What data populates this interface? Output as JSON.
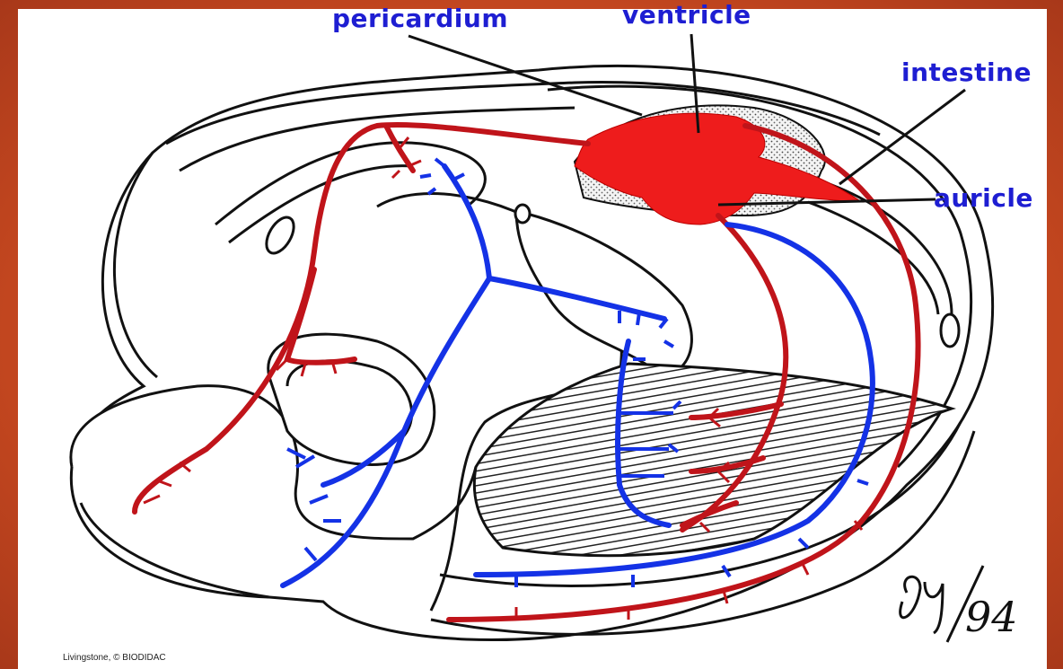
{
  "labels": {
    "pericardium": "pericardium",
    "ventricle": "ventricle",
    "intestine": "intestine",
    "auricle": "auricle"
  },
  "credit": "Livingstone, © BIODIDAC",
  "signature": "94",
  "colors": {
    "artery": "#c0141a",
    "vein": "#1432e6",
    "heart": "#ee1c1c",
    "label": "#1e1ed2",
    "frame": "#c9522b"
  }
}
